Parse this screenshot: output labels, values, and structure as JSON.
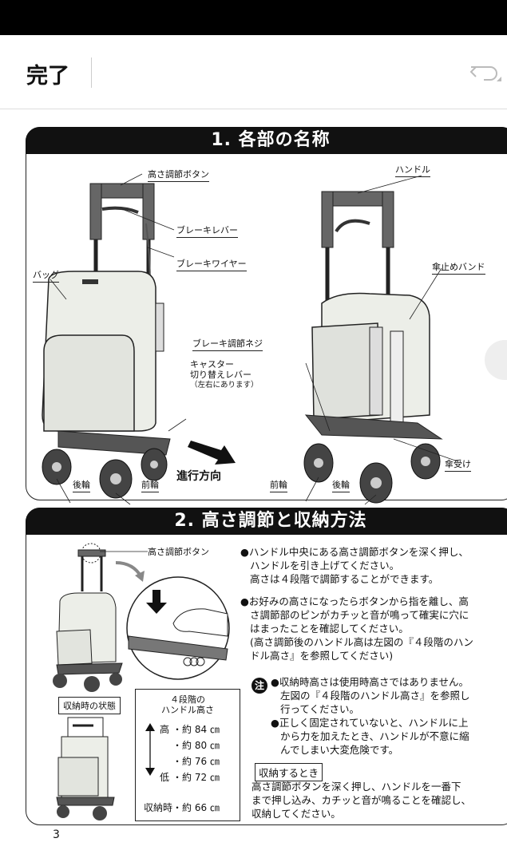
{
  "toolbar": {
    "done_label": "完了",
    "undo_icon": "undo-icon"
  },
  "section1": {
    "title": "1. 各部の名称",
    "labels": {
      "height_button": "高さ調節ボタン",
      "brake_lever": "ブレーキレバー",
      "brake_wire": "ブレーキワイヤー",
      "bag": "バッグ",
      "brake_screw": "ブレーキ調節ネジ",
      "caster_line1": "キャスター",
      "caster_line2": "切り替えレバー",
      "caster_line3": "（左右にあります）",
      "rear_wheel_left": "後輪",
      "front_wheel_left": "前輪",
      "direction": "進行方向",
      "handle": "ハンドル",
      "umbrella_band": "傘止めバンド",
      "umbrella_holder": "傘受け",
      "front_wheel_right": "前輪",
      "rear_wheel_right": "後輪"
    }
  },
  "section2": {
    "title": "2. 高さ調節と収納方法",
    "height_button_label": "高さ調節ボタン",
    "stored_state_label": "収納時の状態",
    "height_table": {
      "title_line1": "４段階の",
      "title_line2": "ハンドル高さ",
      "high_label": "高",
      "low_label": "低",
      "rows": [
        "・約 84 ㎝",
        "・約 80 ㎝",
        "・約 76 ㎝",
        "・約 72 ㎝"
      ],
      "stored": "収納時・約 66 ㎝"
    },
    "instructions": {
      "p1_line1": "●ハンドル中央にある高さ調節ボタンを深く押し、",
      "p1_line2": "ハンドルを引き上げてください。",
      "p1_line3": "高さは４段階で調節することができます。",
      "p2_line1": "●お好みの高さになったらボタンから指を離し、高",
      "p2_line2": "さ調節部のピンがカチッと音が鳴って確実に穴に",
      "p2_line3": "はまったことを確認してください。",
      "p2_line4": "(高さ調節後のハンドル高は左図の『４段階のハン",
      "p2_line5": "ドル高さ』を参照してください)"
    },
    "caution": {
      "badge": "注",
      "c1_line1": "●収納時高さは使用時高さではありません。",
      "c1_line2": "左図の『４段階のハンドル高さ』を参照し",
      "c1_line3": "行ってください。",
      "c2_line1": "●正しく固定されていないと、ハンドルに上",
      "c2_line2": "から力を加えたとき、ハンドルが不意に縮",
      "c2_line3": "んでしまい大変危険です。"
    },
    "storage": {
      "title": "収納するとき",
      "line1": "高さ調節ボタンを深く押し、ハンドルを一番下",
      "line2": "まで押し込み、カチッと音が鳴ることを確認し、",
      "line3": "収納してください。"
    }
  },
  "page_number": "3"
}
